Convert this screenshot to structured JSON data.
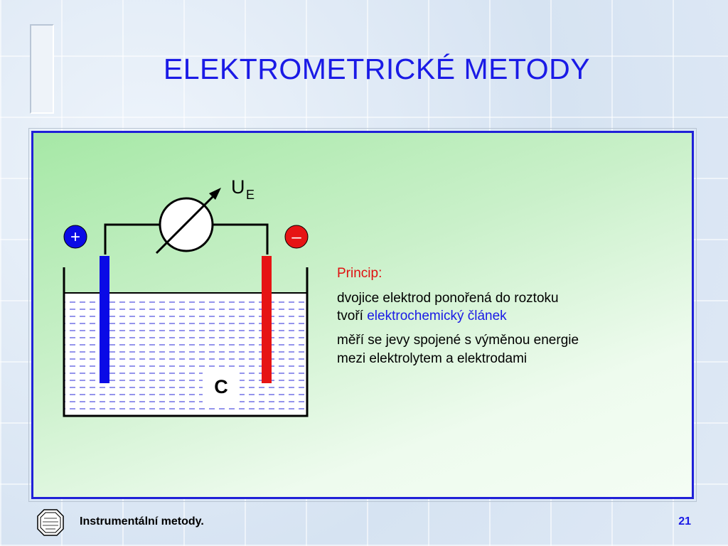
{
  "slide": {
    "title": "ELEKTROMETRICKÉ METODY"
  },
  "diagram": {
    "meter_label": "U",
    "meter_subscript": "E",
    "plus_sign": "+",
    "minus_sign": "–",
    "cell_label": "C",
    "colors": {
      "positive_electrode": "#0a0ae6",
      "negative_electrode": "#e61414",
      "solution_lines": "#2a2ad8"
    }
  },
  "content": {
    "heading": "Princip:",
    "line1": "dvojice elektrod ponořená do roztoku",
    "line2_prefix": "tvoří ",
    "line2_highlight": "elektrochemický článek",
    "line3": "měří se jevy spojené s výměnou energie",
    "line4": "mezi elektrolytem a elektrodami"
  },
  "footer": {
    "text": "Instrumentální metody.",
    "page": "21"
  }
}
